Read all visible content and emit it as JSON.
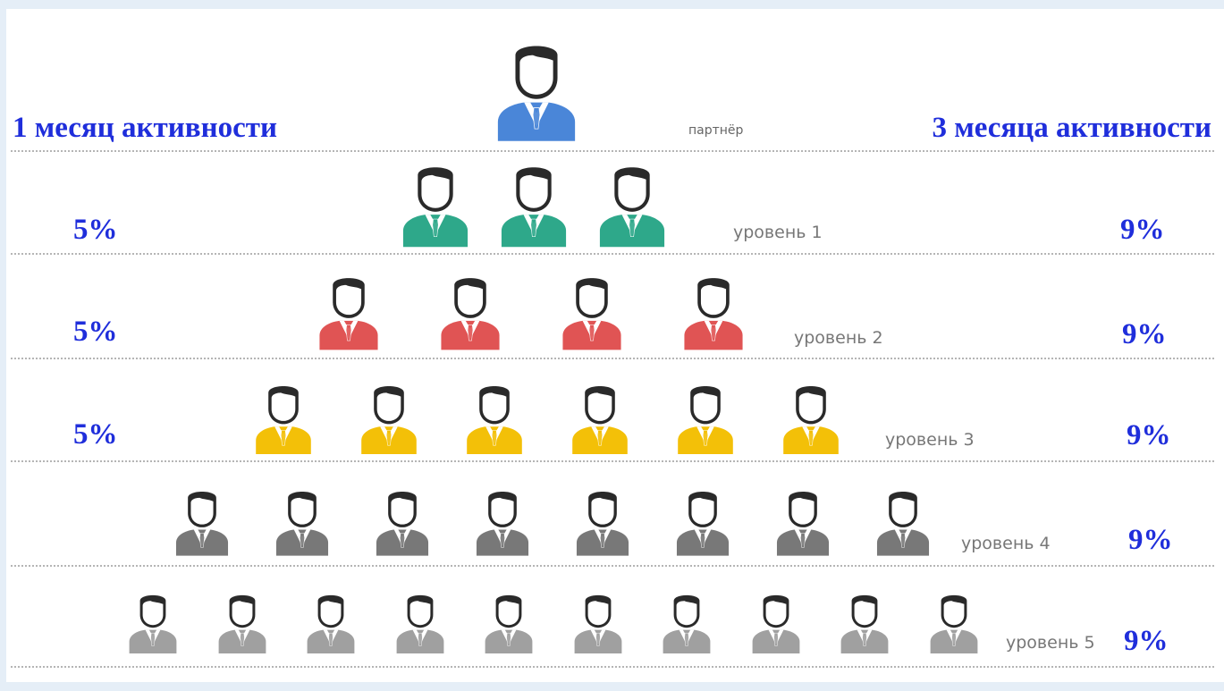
{
  "frame_text": "...",
  "headers": {
    "left": "1 месяц активности",
    "right": "3 месяца активности"
  },
  "partner": {
    "label": "партнёр",
    "color": "#4a86d8"
  },
  "levels": [
    {
      "label": "уровень 1",
      "count": 3,
      "left_pct": "5%",
      "right_pct": "9%",
      "color": "#2ea88a"
    },
    {
      "label": "уровень 2",
      "count": 4,
      "left_pct": "5%",
      "right_pct": "9%",
      "color": "#e05454"
    },
    {
      "label": "уровень 3",
      "count": 6,
      "left_pct": "5%",
      "right_pct": "9%",
      "color": "#f3c008"
    },
    {
      "label": "уровень 4",
      "count": 8,
      "left_pct": "",
      "right_pct": "9%",
      "color": "#787878"
    },
    {
      "label": "уровень 5",
      "count": 10,
      "left_pct": "",
      "right_pct": "9%",
      "color": "#a0a0a0"
    }
  ],
  "colors": {
    "accent": "#1f2edb",
    "hair": "#2a2a2a",
    "skin": "#ffffff"
  }
}
